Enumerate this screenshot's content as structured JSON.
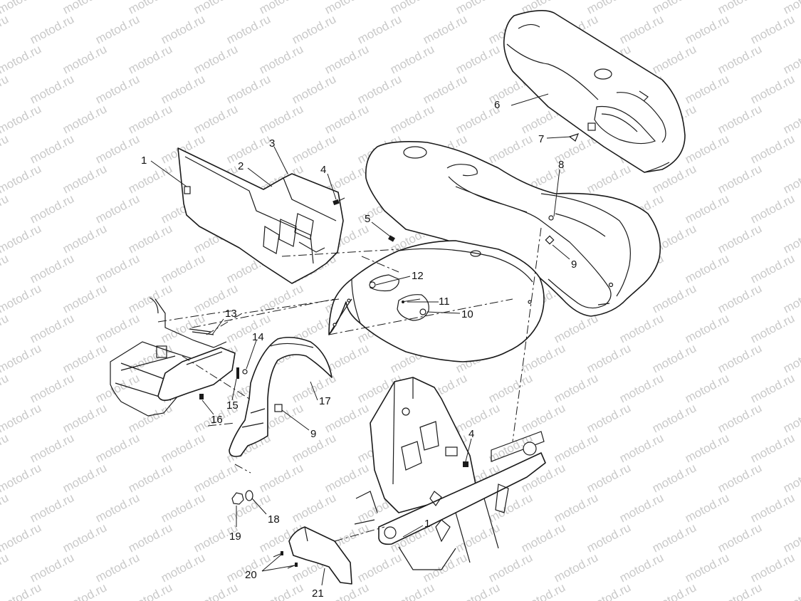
{
  "watermark": {
    "text": "motod.ru",
    "color": "#c9c9c9"
  },
  "callouts": [
    {
      "id": "c1a",
      "label": "1"
    },
    {
      "id": "c2",
      "label": "2"
    },
    {
      "id": "c3",
      "label": "3"
    },
    {
      "id": "c4a",
      "label": "4"
    },
    {
      "id": "c5",
      "label": "5"
    },
    {
      "id": "c6",
      "label": "6"
    },
    {
      "id": "c7",
      "label": "7"
    },
    {
      "id": "c8",
      "label": "8"
    },
    {
      "id": "c9a",
      "label": "9"
    },
    {
      "id": "c10",
      "label": "10"
    },
    {
      "id": "c11",
      "label": "11"
    },
    {
      "id": "c12",
      "label": "12"
    },
    {
      "id": "c13",
      "label": "13"
    },
    {
      "id": "c14",
      "label": "14"
    },
    {
      "id": "c15",
      "label": "15"
    },
    {
      "id": "c16",
      "label": "16"
    },
    {
      "id": "c17",
      "label": "17"
    },
    {
      "id": "c9b",
      "label": "9"
    },
    {
      "id": "c4b",
      "label": "4"
    },
    {
      "id": "c1b",
      "label": "1"
    },
    {
      "id": "c18",
      "label": "18"
    },
    {
      "id": "c19",
      "label": "19"
    },
    {
      "id": "c20",
      "label": "20"
    },
    {
      "id": "c21",
      "label": "21"
    }
  ]
}
